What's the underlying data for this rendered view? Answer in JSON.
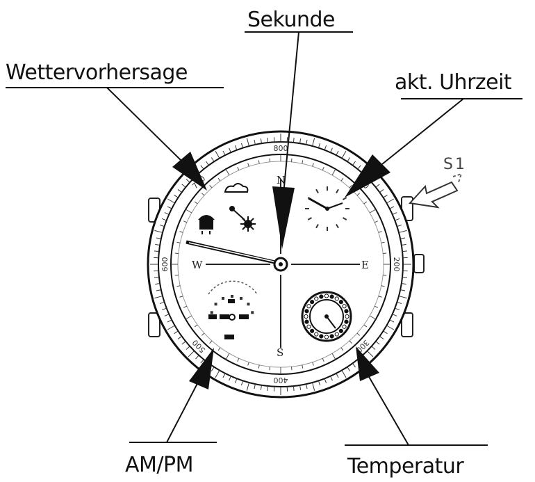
{
  "labels": {
    "second": "Sekunde",
    "forecast": "Wettervorhersage",
    "current_time": "akt. Uhrzeit",
    "button": "S1",
    "ampm": "AM/PM",
    "temperature": "Temperatur"
  },
  "dial": {
    "bezel_numbers": [
      "800",
      "100",
      "200",
      "300",
      "400",
      "500",
      "600",
      "700"
    ],
    "cardinals": {
      "north": "N",
      "south": "S",
      "east": "E",
      "west": "W"
    }
  },
  "colors": {
    "ink": "#111111",
    "button_label": "#444444",
    "background": "#ffffff"
  }
}
